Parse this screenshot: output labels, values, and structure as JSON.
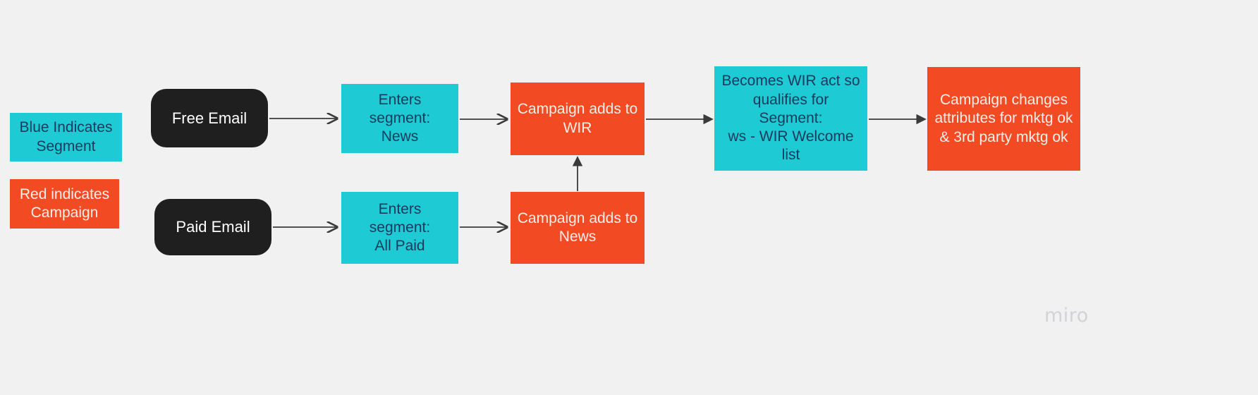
{
  "colors": {
    "background": "#f1f1f1",
    "segment_fill": "#1ecad3",
    "segment_text": "#173a5e",
    "campaign_fill": "#f24a23",
    "campaign_text": "#fdeee9",
    "source_fill": "#1f1f1f",
    "source_text": "#ffffff",
    "connector": "#3a3a3a",
    "watermark": "#d2d2d8"
  },
  "legend": {
    "segment": "Blue Indicates\nSegment",
    "campaign": "Red indicates\nCampaign"
  },
  "flow": {
    "top_row": {
      "source": "Free Email",
      "segment_entry": "Enters segment:\nNews",
      "campaign_wir": "Campaign adds to\nWIR",
      "becomes_wir": "Becomes WIR act so\nqualifies for Segment:\nws - WIR Welcome list",
      "campaign_attributes": "Campaign changes\nattributes for mktg ok\n& 3rd party mktg ok"
    },
    "bottom_row": {
      "source": "Paid Email",
      "segment_entry": "Enters segment:\nAll Paid",
      "campaign_news": "Campaign adds to\nNews"
    }
  },
  "watermark": "miro"
}
